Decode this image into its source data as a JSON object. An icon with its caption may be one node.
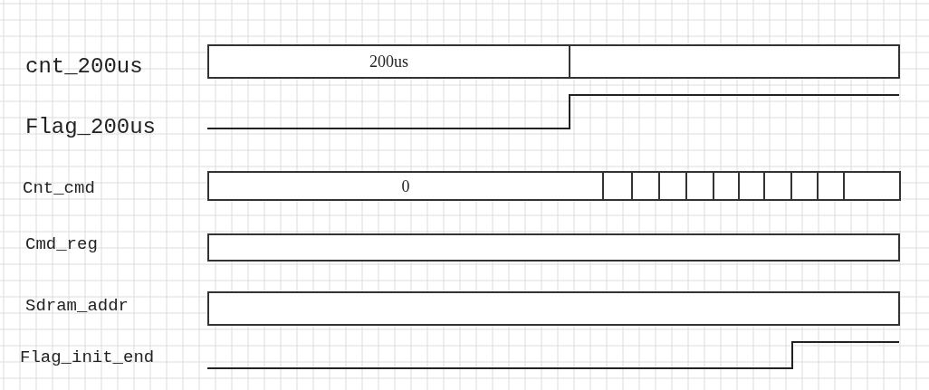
{
  "diagram": {
    "nodes": [
      {
        "text": [
          "200us"
        ]
      },
      {
        "text": [],
        "shape": "box"
      },
      {
        "text": [
          "0"
        ]
      },
      {
        "text": [],
        "shape": "box"
      },
      {
        "text": [],
        "shape": "box"
      },
      {
        "text": [],
        "shape": "box"
      },
      {
        "text": [],
        "shape": "box"
      },
      {
        "text": [],
        "shape": "box"
      },
      {
        "text": [],
        "shape": "box"
      },
      {
        "text": [],
        "shape": "box"
      },
      {
        "text": [],
        "shape": "box"
      },
      {
        "text": [],
        "shape": "box"
      },
      {
        "text": [],
        "shape": "box"
      },
      {
        "text": [],
        "shape": "box"
      },
      {
        "text": [],
        "shape": "box"
      }
    ],
    "labels": [
      "cnt_200us",
      "Flag_200us",
      "Cnt_cmd",
      "Cmd_reg",
      "Sdram_addr",
      "Flag_init_end"
    ]
  }
}
